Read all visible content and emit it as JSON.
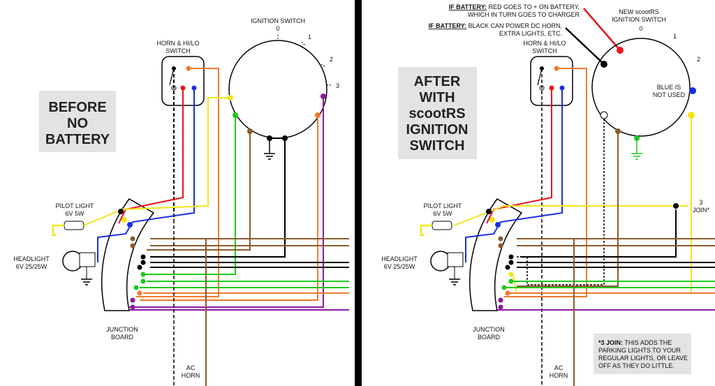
{
  "left": {
    "title_lines": [
      "BEFORE",
      "NO",
      "BATTERY"
    ],
    "ignition_switch": "IGNITION SWITCH",
    "positions": [
      "0",
      "1",
      "2",
      "3"
    ],
    "horn_switch": [
      "HORN & HI/LO",
      "SWITCH"
    ],
    "pilot_light": [
      "PILOT LIGHT",
      "6V 5W"
    ],
    "headlight": [
      "HEADLIGHT",
      "6V 25/25W"
    ],
    "junction_board": [
      "JUNCTION",
      "BOARD"
    ],
    "ac_horn": [
      "AC",
      "HORN"
    ]
  },
  "right": {
    "title_lines": [
      "AFTER",
      "WITH",
      "scootRS",
      "IGNITION",
      "SWITCH"
    ],
    "new_switch": [
      "NEW scootRS",
      "IGNITION SWITCH"
    ],
    "positions": [
      "0",
      "1",
      "2"
    ],
    "if_battery_red": {
      "prefix": "IF BATTERY:",
      "line1": " RED GOES TO + ON BATTERY,",
      "line2": "WHICH IN TURN GOES TO CHARGER"
    },
    "if_battery_black": {
      "prefix": "IF BATTERY:",
      "line1": " BLACK CAN POWER DC HORN,",
      "line2": "EXTRA LIGHTS, ETC."
    },
    "blue_note": [
      "BLUE IS",
      "NOT USED"
    ],
    "join_label": [
      "3",
      "JOIN*"
    ],
    "horn_switch": [
      "HORN & HI/LO",
      "SWITCH"
    ],
    "pilot_light": [
      "PILOT LIGHT",
      "6V 5W"
    ],
    "headlight": [
      "HEADLIGHT",
      "6V 25/25W"
    ],
    "junction_board": [
      "JUNCTION",
      "BOARD"
    ],
    "ac_horn": [
      "AC",
      "HORN"
    ],
    "footnote": {
      "prefix": "*3 JOIN:",
      "line1": " THIS ADDS THE",
      "line2": "PARKING LIGHTS TO YOUR",
      "line3": "REGULAR LIGHTS, OR LEAVE",
      "line4": "OFF AS THEY DO LITTLE."
    }
  },
  "colors": {
    "red": "#e8141b",
    "blue": "#1a2ee0",
    "yellow": "#f2e614",
    "green": "#1ec81e",
    "brown": "#8b5a2b",
    "orange": "#f07a2a",
    "purple": "#8a1aa0",
    "black": "#111111",
    "divider": "#000000",
    "title_box": "#e3e3e3"
  }
}
